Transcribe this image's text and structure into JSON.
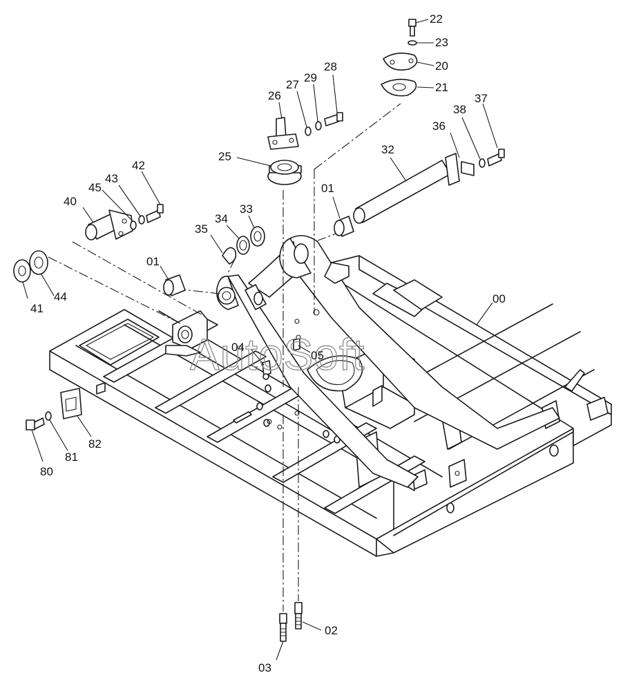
{
  "watermark": "AutoSoft",
  "labels": {
    "p00": "00",
    "p01a": "01",
    "p01b": "01",
    "p02": "02",
    "p03": "03",
    "p04": "04",
    "p05": "05",
    "p20": "20",
    "p21": "21",
    "p22": "22",
    "p23": "23",
    "p25": "25",
    "p26": "26",
    "p27": "27",
    "p28": "28",
    "p29": "29",
    "p32": "32",
    "p33": "33",
    "p34": "34",
    "p35": "35",
    "p36": "36",
    "p37": "37",
    "p38": "38",
    "p40": "40",
    "p41": "41",
    "p42": "42",
    "p43": "43",
    "p44": "44",
    "p45": "45",
    "p80": "80",
    "p81": "81",
    "p82": "82"
  }
}
